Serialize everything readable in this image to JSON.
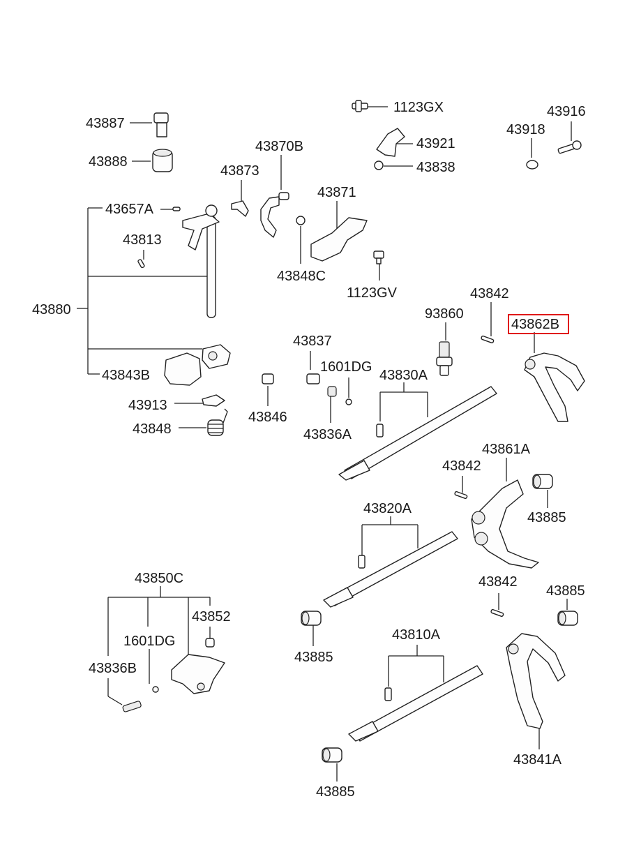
{
  "diagram": {
    "labels": {
      "p43887": "43887",
      "p43888": "43888",
      "p43870B": "43870B",
      "p43873": "43873",
      "p43871": "43871",
      "p43657A": "43657A",
      "p43813": "43813",
      "p43848C": "43848C",
      "p1123GX": "1123GX",
      "p43921": "43921",
      "p43838": "43838",
      "p1123GV": "1123GV",
      "p43916": "43916",
      "p43918": "43918",
      "p43880": "43880",
      "p43843B": "43843B",
      "p43913": "43913",
      "p43848": "43848",
      "p43846": "43846",
      "p43837": "43837",
      "p1601DG_a": "1601DG",
      "p43836A": "43836A",
      "p43830A": "43830A",
      "p93860": "93860",
      "p43842_a": "43842",
      "p43862B": "43862B",
      "p43861A": "43861A",
      "p43842_b": "43842",
      "p43885_a": "43885",
      "p43820A": "43820A",
      "p43850C": "43850C",
      "p43852": "43852",
      "p1601DG_b": "1601DG",
      "p43836B": "43836B",
      "p43885_b": "43885",
      "p43842_c": "43842",
      "p43885_c": "43885",
      "p43810A": "43810A",
      "p43841A": "43841A",
      "p43885_d": "43885"
    },
    "highlighted_part": "43862B",
    "highlight_color": "#e01818"
  }
}
